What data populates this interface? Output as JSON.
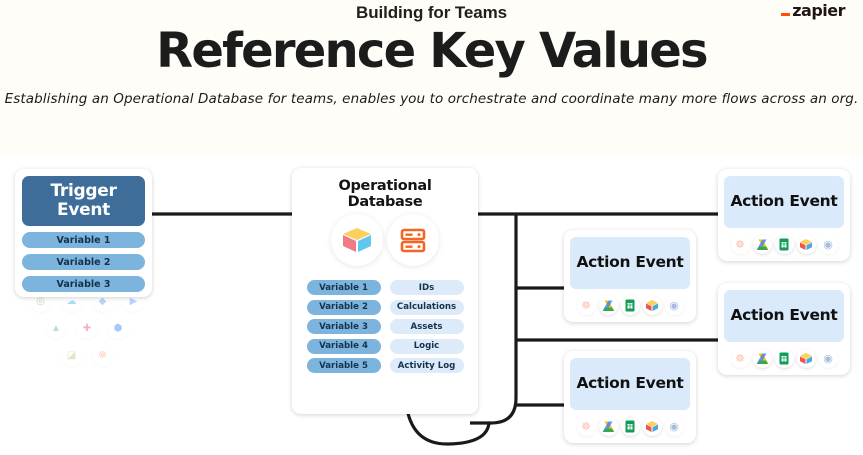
{
  "header": {
    "eyebrow": "Building for Teams",
    "title": "Reference Key Values",
    "subtitle": "Establishing an Operational Database for teams, enables you to orchestrate and coordinate many more flows across an org.",
    "logo_text": "zapier",
    "logo_accent_color": "#ff4f00",
    "background_color": "#fffdf7"
  },
  "diagram": {
    "trigger": {
      "title": "Trigger Event",
      "title_color": "#ffffff",
      "header_color": "#3f6d99",
      "variable_color": "#7cb4de",
      "variables": [
        {
          "label": "Variable 1"
        },
        {
          "label": "Variable 2"
        },
        {
          "label": "Variable 3"
        }
      ]
    },
    "faded_apps": [
      {
        "name": "quickbooks-icon",
        "glyph": "◎",
        "color": "#2ca01c"
      },
      {
        "name": "salesforce-icon",
        "glyph": "☁",
        "color": "#00a1e0"
      },
      {
        "name": "airtable-diamond-icon",
        "glyph": "◆",
        "color": "#2d7ff9"
      },
      {
        "name": "zoom-icon",
        "glyph": "▶",
        "color": "#2d8cff"
      },
      {
        "name": "google-drive-icon",
        "glyph": "▲",
        "color": "#34a853"
      },
      {
        "name": "slack-icon",
        "glyph": "✚",
        "color": "#e01e5a"
      },
      {
        "name": "dropbox-icon",
        "glyph": "⬢",
        "color": "#0061ff"
      },
      {
        "name": "shopify-icon",
        "glyph": "◪",
        "color": "#95bf47"
      },
      {
        "name": "hubspot-icon",
        "glyph": "☸",
        "color": "#ff7a59"
      }
    ],
    "database": {
      "title": "Operational Database",
      "icons": [
        {
          "name": "airtable-cube-icon"
        },
        {
          "name": "database-server-icon",
          "color": "#f26522"
        }
      ],
      "variable_color": "#7cb4de",
      "attribute_color": "#dceafa",
      "rows": [
        {
          "variable": "Variable 1",
          "attribute": "IDs"
        },
        {
          "variable": "Variable 2",
          "attribute": "Calculations"
        },
        {
          "variable": "Variable 3",
          "attribute": "Assets"
        },
        {
          "variable": "Variable 4",
          "attribute": "Logic"
        },
        {
          "variable": "Variable 5",
          "attribute": "Activity Log"
        }
      ]
    },
    "action_header_color": "#daeafb",
    "actions": [
      {
        "title": "Action Event",
        "position": "top-right"
      },
      {
        "title": "Action Event",
        "position": "mid-left"
      },
      {
        "title": "Action Event",
        "position": "mid-right"
      },
      {
        "title": "Action Event",
        "position": "bottom-left"
      }
    ],
    "action_apps": [
      {
        "name": "hubspot-icon",
        "faint": true
      },
      {
        "name": "google-drive-icon",
        "faint": false
      },
      {
        "name": "google-sheets-icon",
        "faint": false
      },
      {
        "name": "zapier-tables-icon",
        "faint": false
      },
      {
        "name": "analytics-icon",
        "faint": true
      }
    ],
    "connector_color": "#1a1a1a",
    "feedback_arrow": {
      "name": "activity-log-feedback-arrow",
      "target": "Activity Log"
    }
  }
}
